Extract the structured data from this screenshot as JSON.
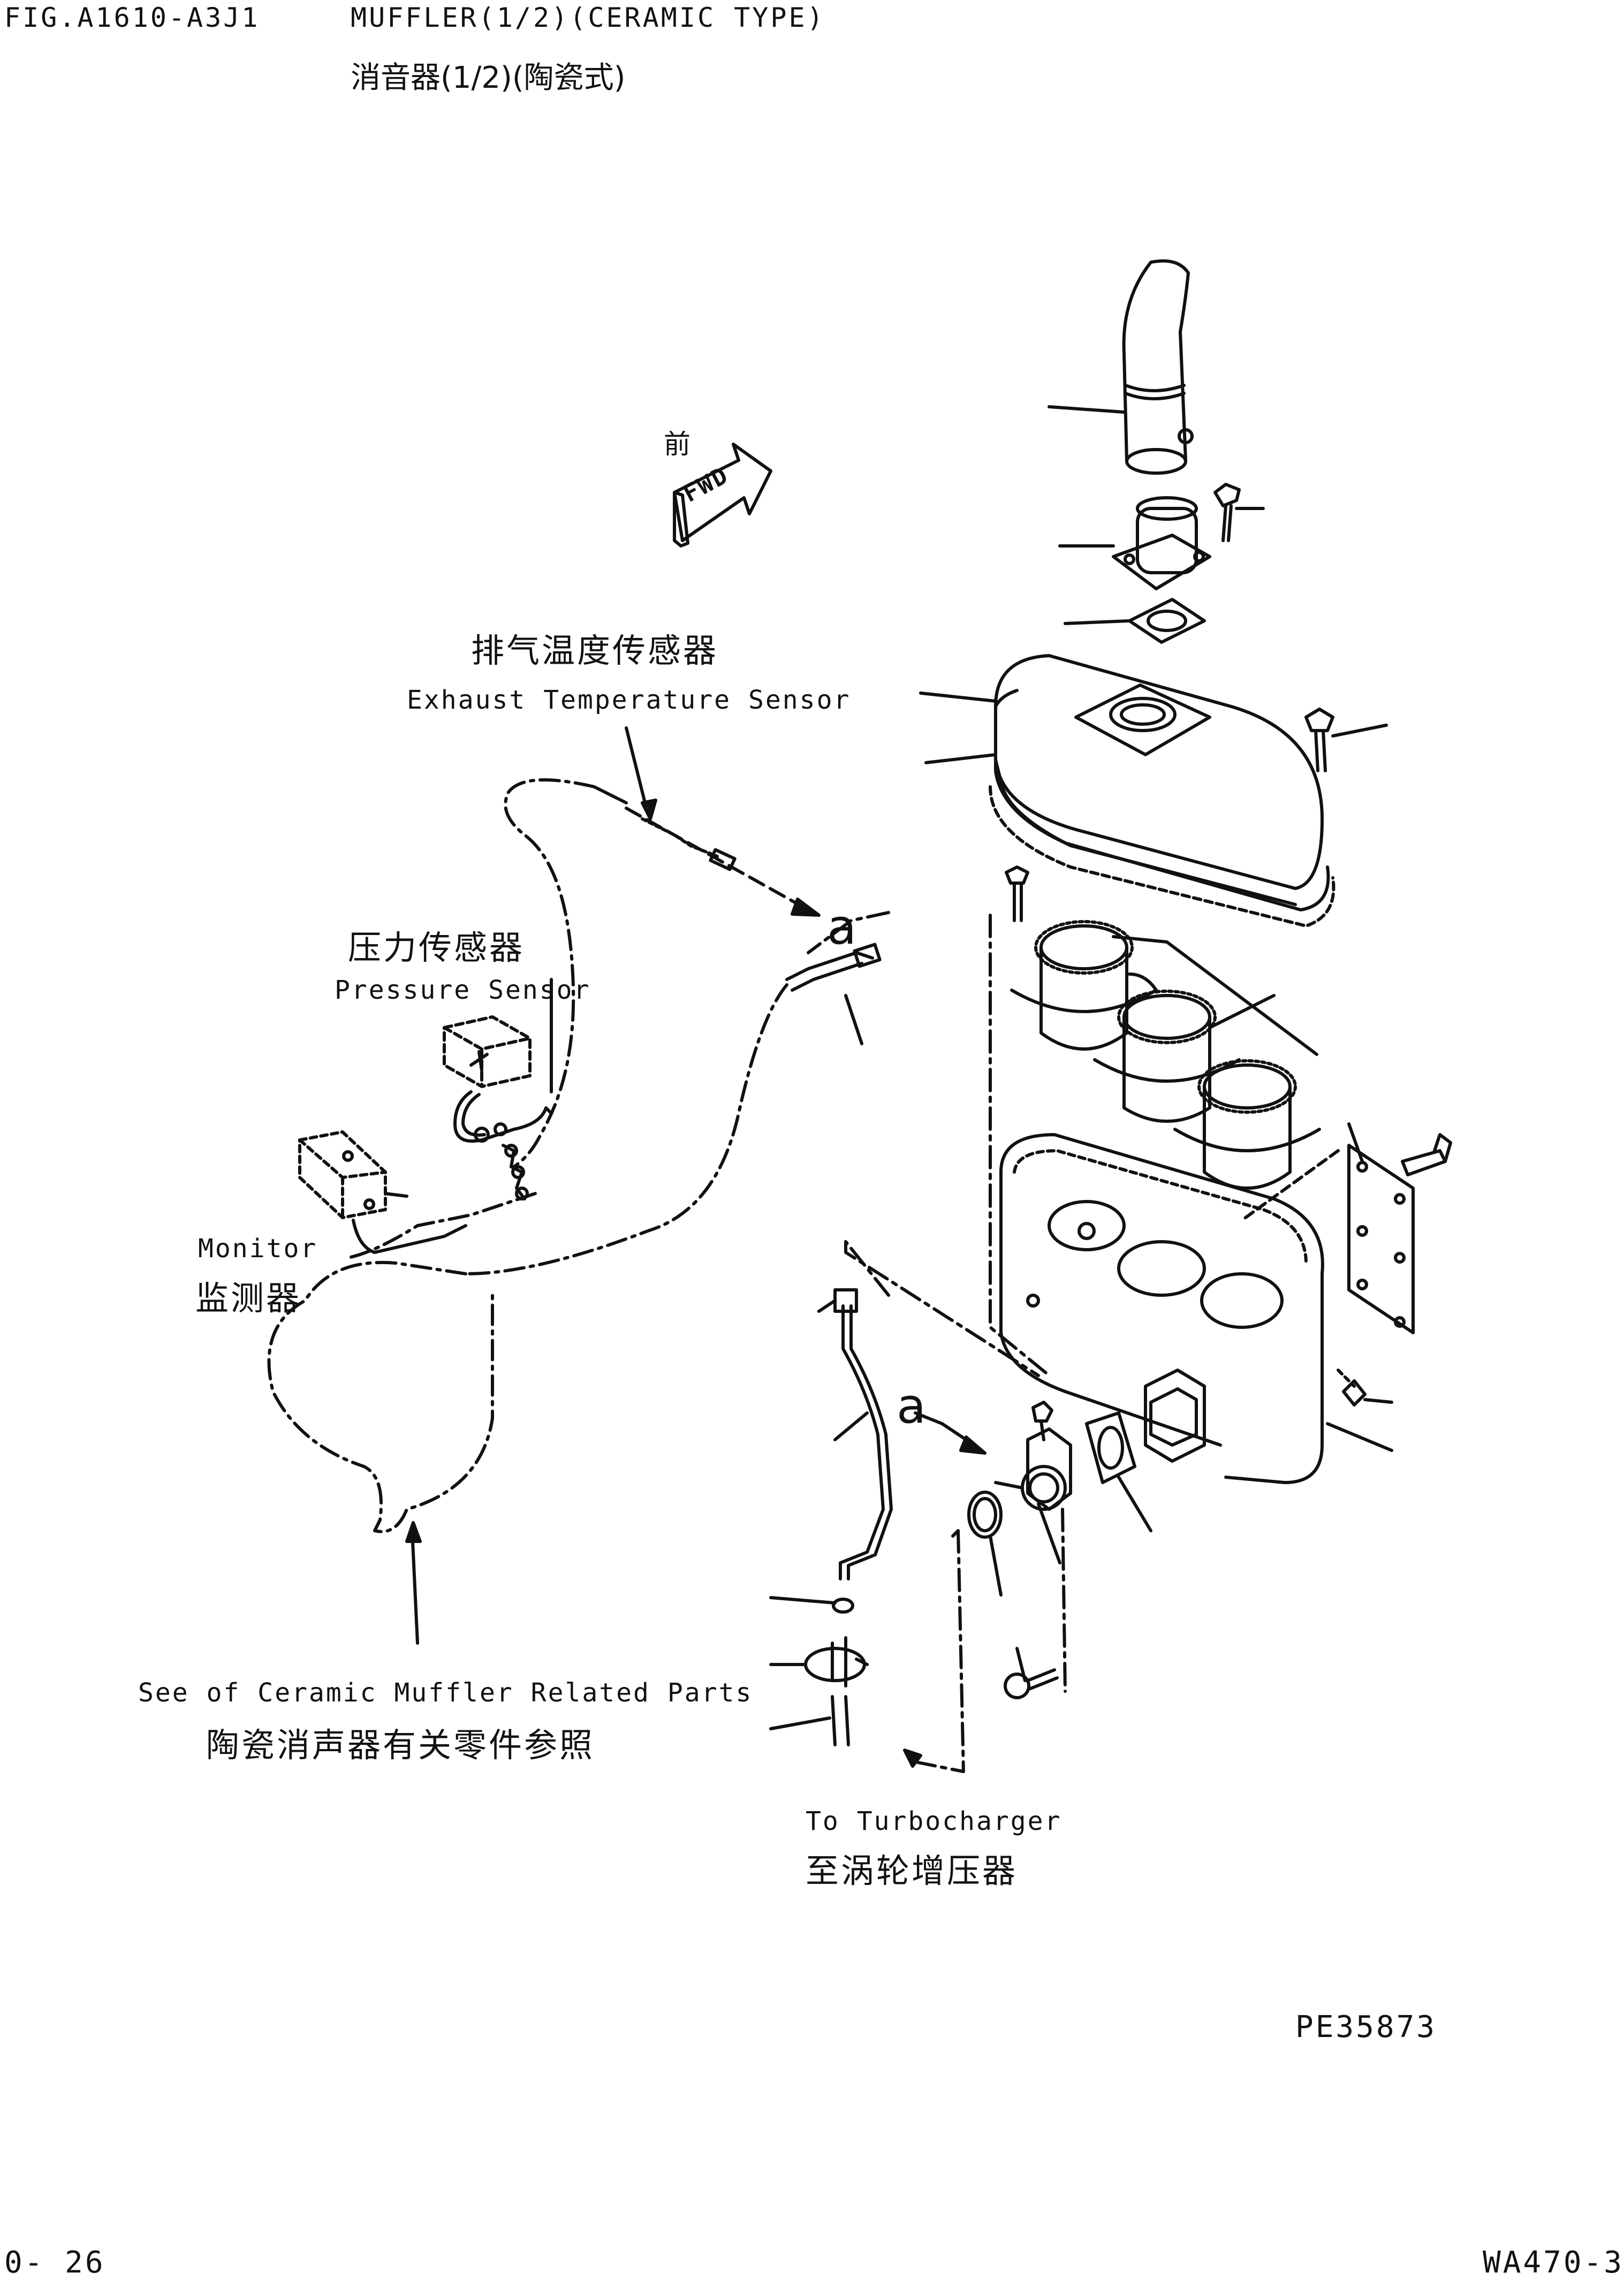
{
  "header": {
    "fig_number": "FIG.A1610-A3J1",
    "title_en": "MUFFLER(1/2)(CERAMIC TYPE)",
    "title_cn": "消音器(1/2)(陶瓷式)"
  },
  "labels": {
    "front_cn": "前",
    "fwd": "FWD",
    "exhaust_sensor_cn": "排气温度传感器",
    "exhaust_sensor_en": "Exhaust Temperature Sensor",
    "pressure_sensor_cn": "压力传感器",
    "pressure_sensor_en": "Pressure Sensor",
    "monitor_en": "Monitor",
    "monitor_cn": "监测器",
    "related_parts_en": "See of Ceramic Muffler Related Parts",
    "related_parts_cn": "陶瓷消声器有关零件参照",
    "turbo_en": "To Turbocharger",
    "turbo_cn": "至涡轮增压器",
    "callout_a_top": "a",
    "callout_a_bottom": "a"
  },
  "footer": {
    "drawing_code": "PE35873",
    "page_number": "0- 26",
    "model": "WA470-3"
  },
  "colors": {
    "line": "#111111",
    "background": "#ffffff"
  }
}
